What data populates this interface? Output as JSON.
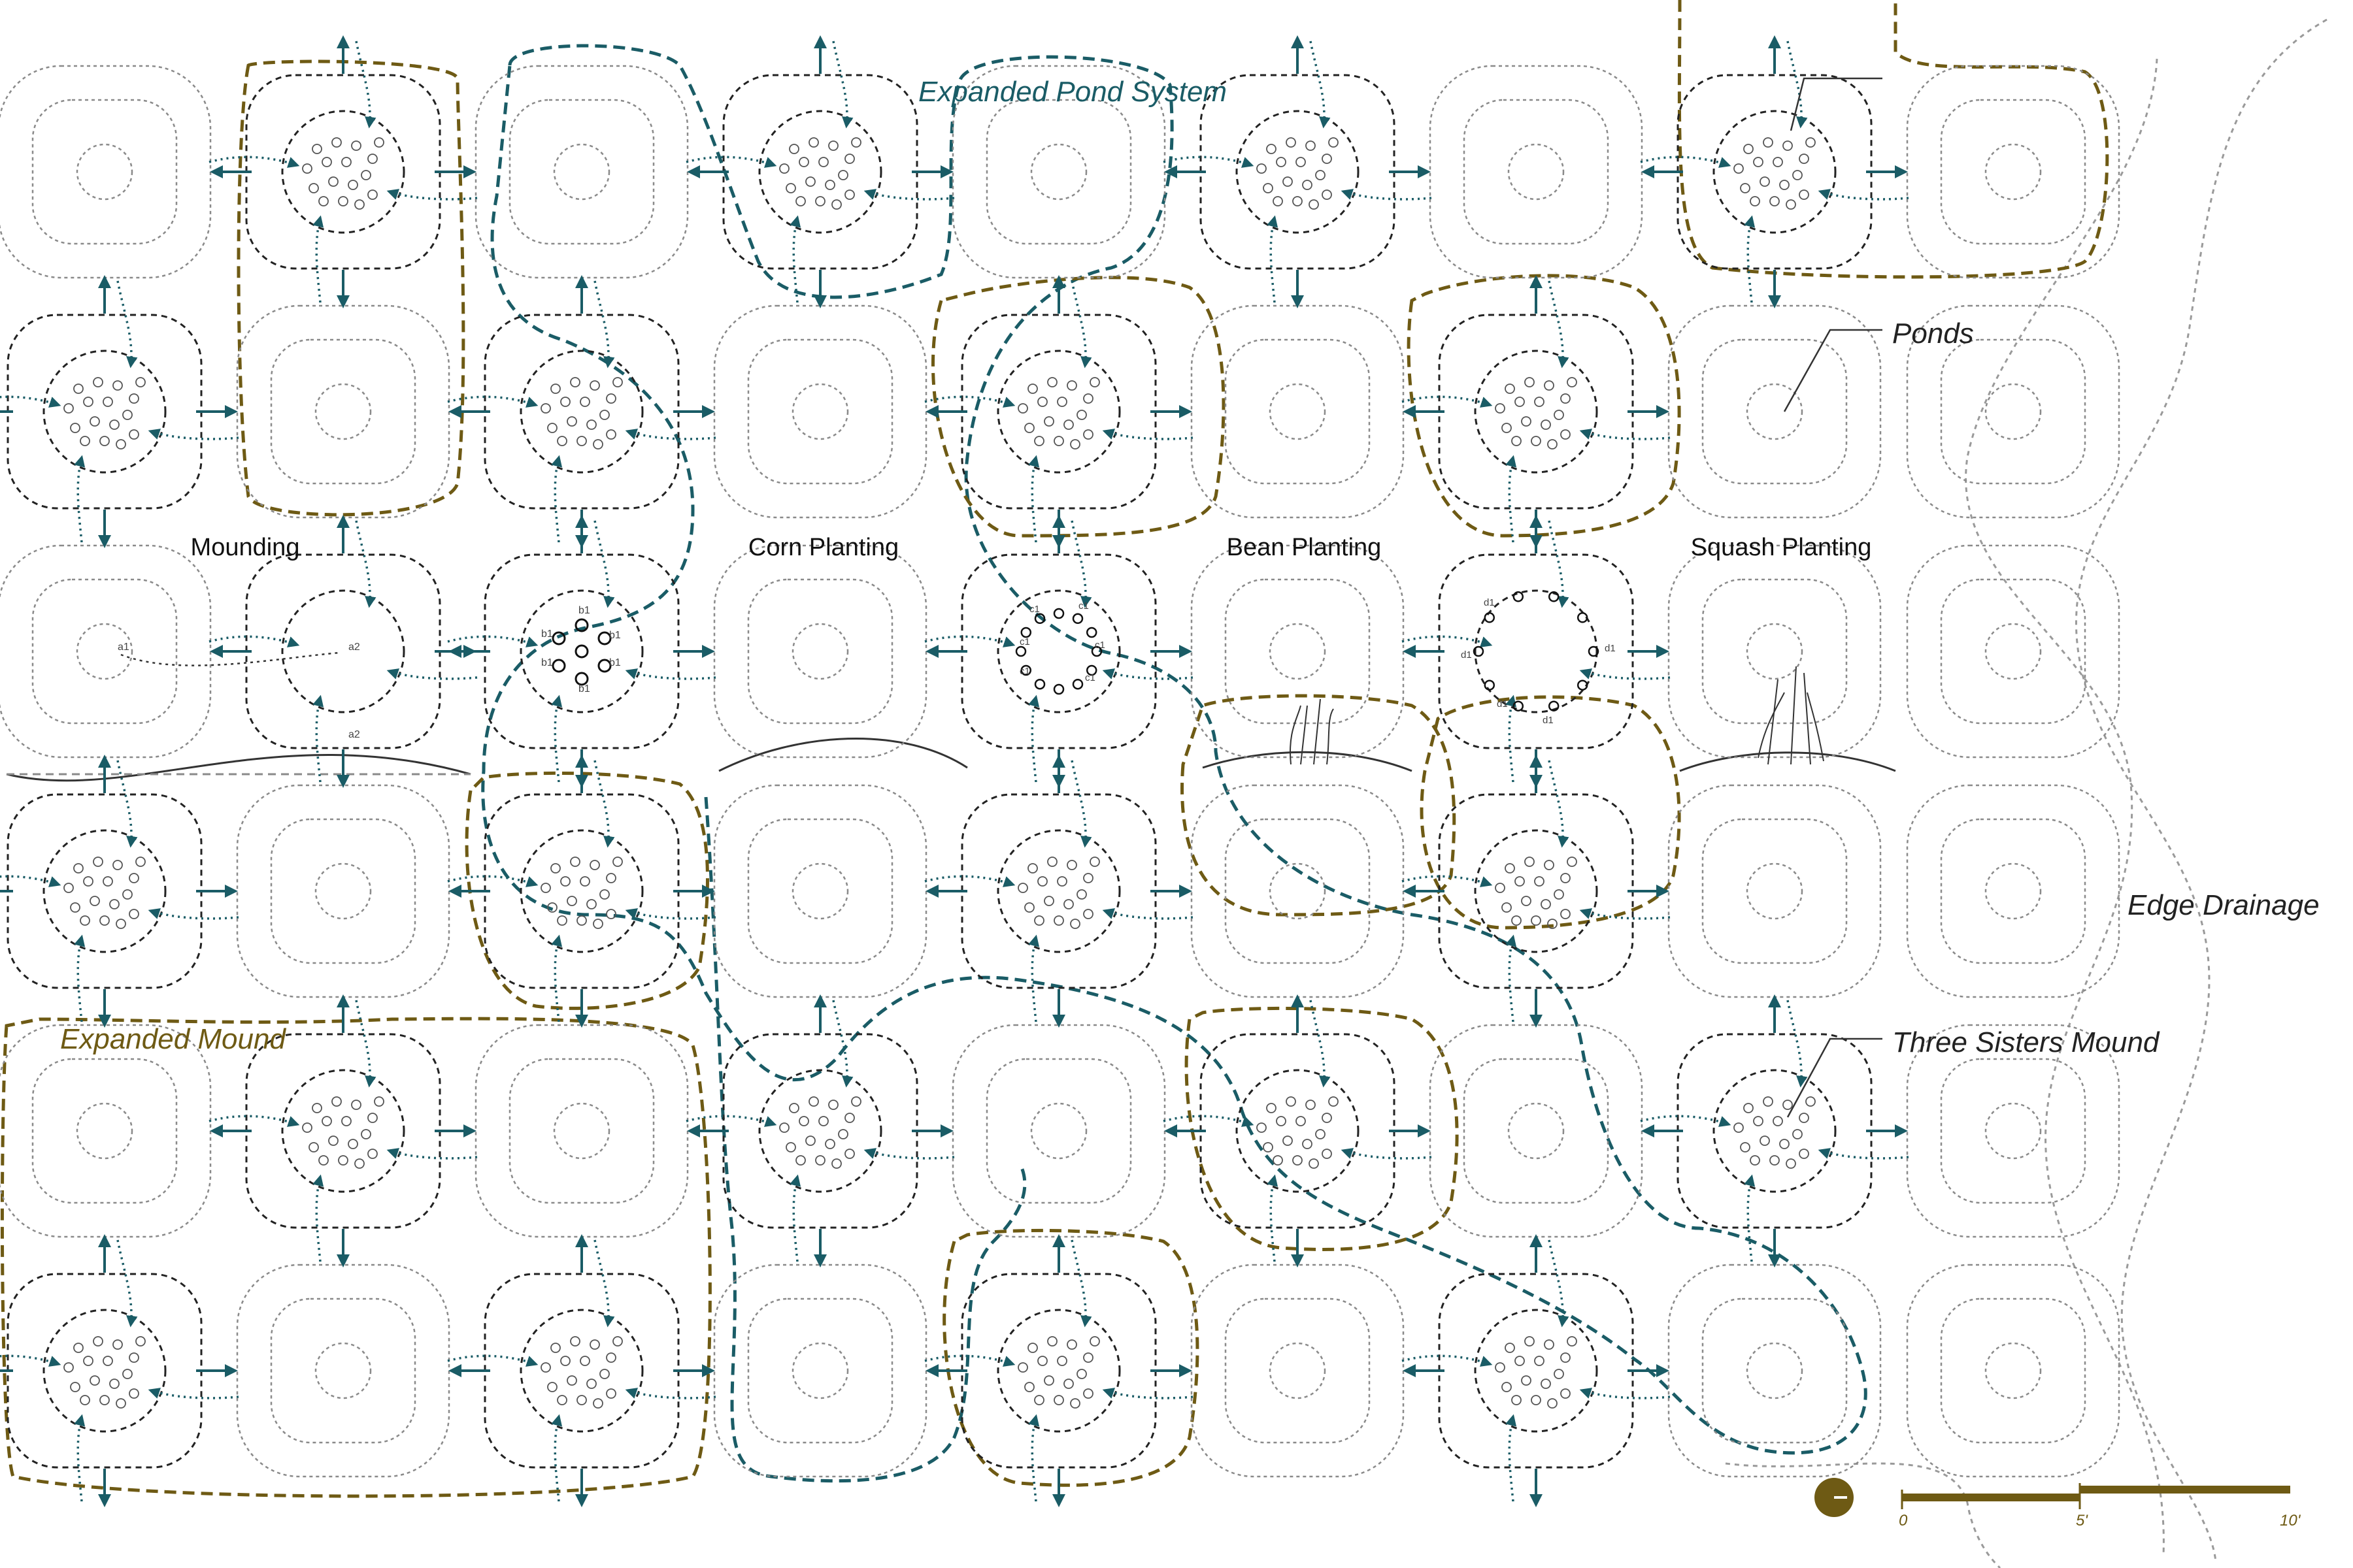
{
  "labels": {
    "expanded_pond_system": "Expanded Pond System",
    "expanded_mound": "Expanded Mound",
    "ponds": "Ponds",
    "three_sisters_mound": "Three Sisters Mound",
    "edge_drainage": "Edge Drainage",
    "mounding": "Mounding",
    "corn_planting": "Corn Planting",
    "bean_planting": "Bean Planting",
    "squash_planting": "Squash Planting"
  },
  "scale_bar": {
    "tick_start": "0",
    "tick_mid": "5'",
    "tick_end": "10'"
  },
  "planting_marks": {
    "mound": "a2",
    "mound_origin": "a1",
    "corn": "b1",
    "bean": "c1",
    "squash": "d1"
  },
  "colors": {
    "teal": "#1a5c66",
    "olive": "#6e5a14",
    "grey": "#8a8a8a",
    "black": "#222222"
  },
  "grid": {
    "rows": [
      "PMPMPMPMP",
      "MPMPMPMPP",
      "PXCPBPSPP",
      "MPMPMPMPP",
      "PMPMPMPMP",
      "MPMPMPMPP"
    ]
  }
}
